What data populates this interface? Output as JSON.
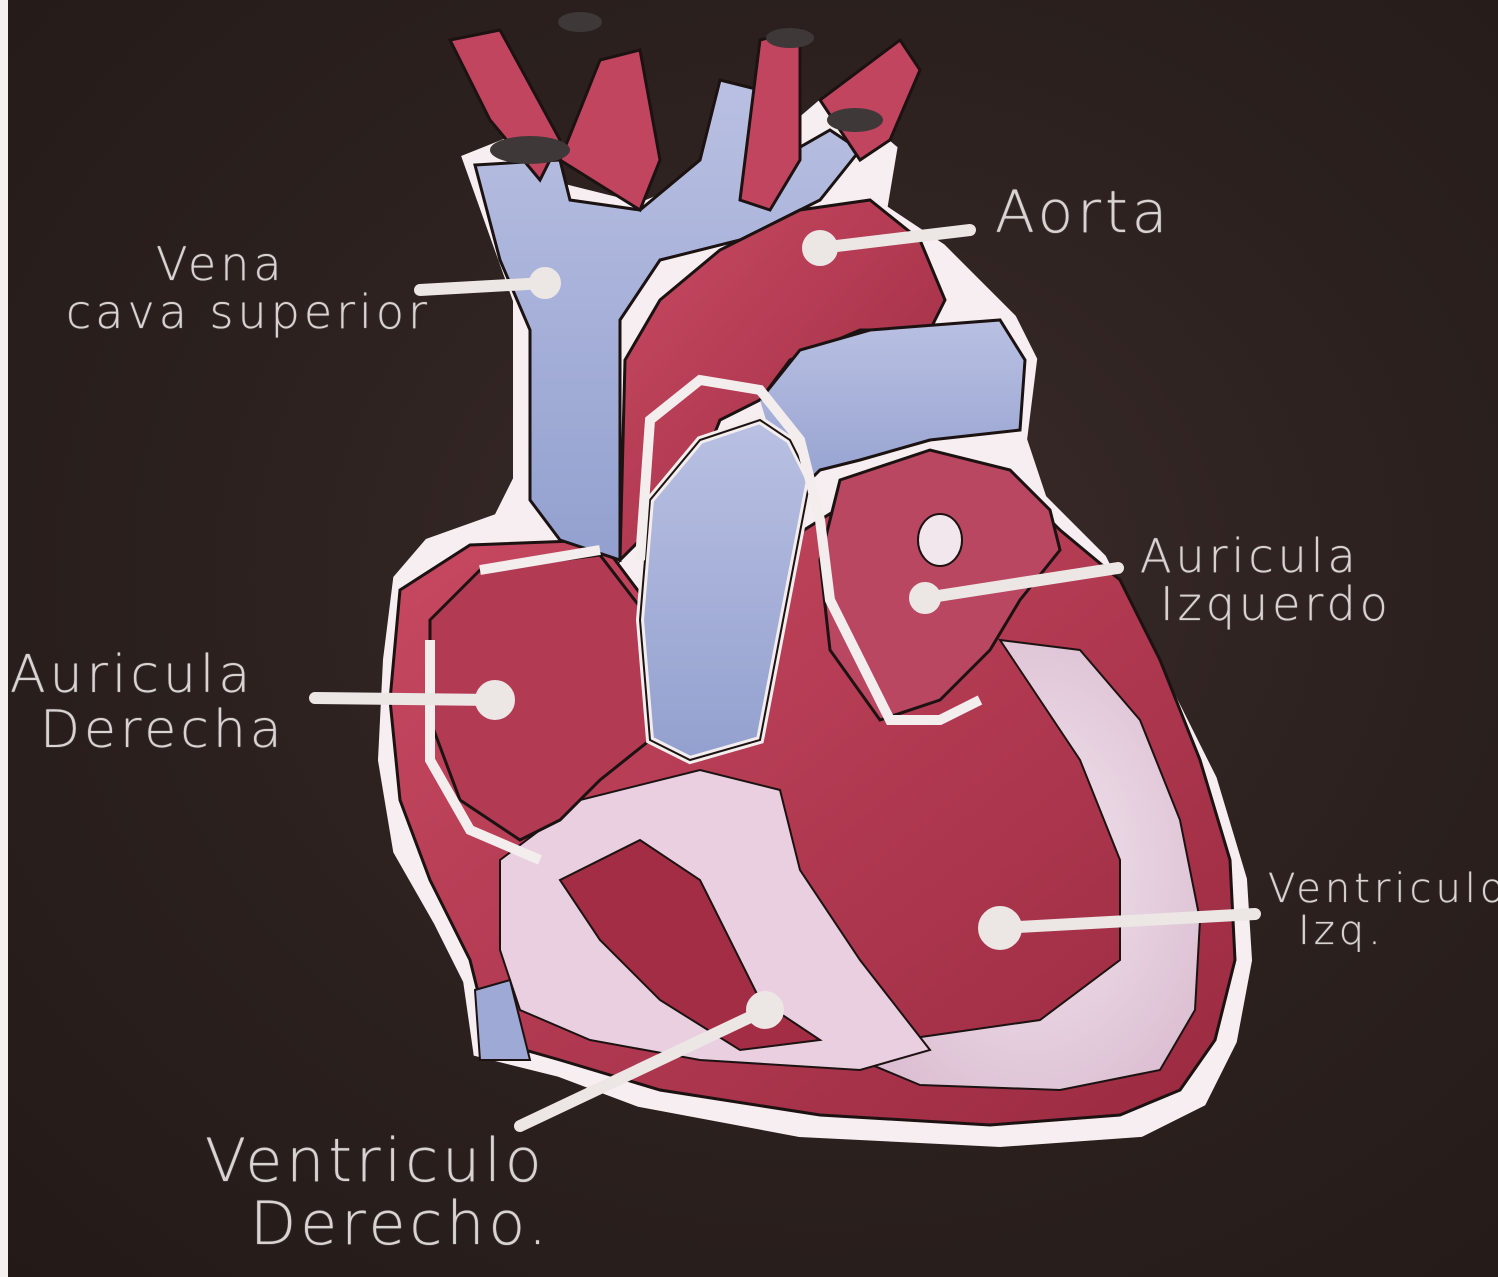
{
  "labels": {
    "vena_cava_line1": "Vena",
    "vena_cava_line2": "cava superior",
    "aorta": "Aorta",
    "auricula_izq_line1": "Auricula",
    "auricula_izq_line2": "Izquerdo",
    "auricula_der_line1": "Auricula",
    "auricula_der_line2": "Derecha",
    "ventriculo_izq_line1": "Ventriculo",
    "ventriculo_izq_line2": "Izq.",
    "ventriculo_der_line1": "Ventriculo",
    "ventriculo_der_line2": "Derecho."
  },
  "colors": {
    "background": "#2a1f1d",
    "muscle": "#b8344f",
    "muscle_dark": "#8e2538",
    "vessel_blue": "#a9b3d8",
    "pale": "#ead6e4",
    "chalk": "#ece6e4"
  }
}
